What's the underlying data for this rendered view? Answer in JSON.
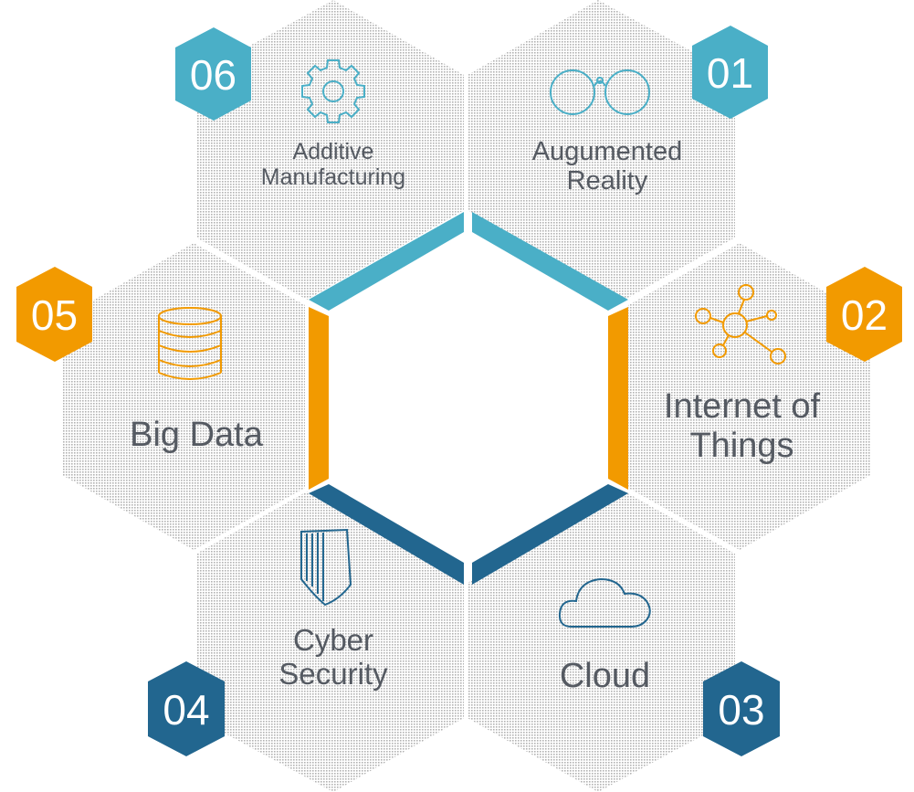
{
  "colors": {
    "teal": "#4aafc7",
    "orange": "#f29a00",
    "navy": "#22668f",
    "tile_fill": "#d9d9d9",
    "text": "#555a62"
  },
  "segments": [
    {
      "number": "01",
      "line1": "Augumented",
      "line2": "Reality",
      "icon": "glasses-icon",
      "color": "teal"
    },
    {
      "number": "02",
      "line1": "Internet of",
      "line2": "Things",
      "icon": "network-nodes-icon",
      "color": "orange"
    },
    {
      "number": "03",
      "line1": "Cloud",
      "line2": "",
      "icon": "cloud-icon",
      "color": "navy"
    },
    {
      "number": "04",
      "line1": "Cyber",
      "line2": "Security",
      "icon": "shield-icon",
      "color": "navy"
    },
    {
      "number": "05",
      "line1": "Big Data",
      "line2": "",
      "icon": "database-icon",
      "color": "orange"
    },
    {
      "number": "06",
      "line1": "Additive",
      "line2": "Manufacturing",
      "icon": "gear-icon",
      "color": "teal"
    }
  ]
}
